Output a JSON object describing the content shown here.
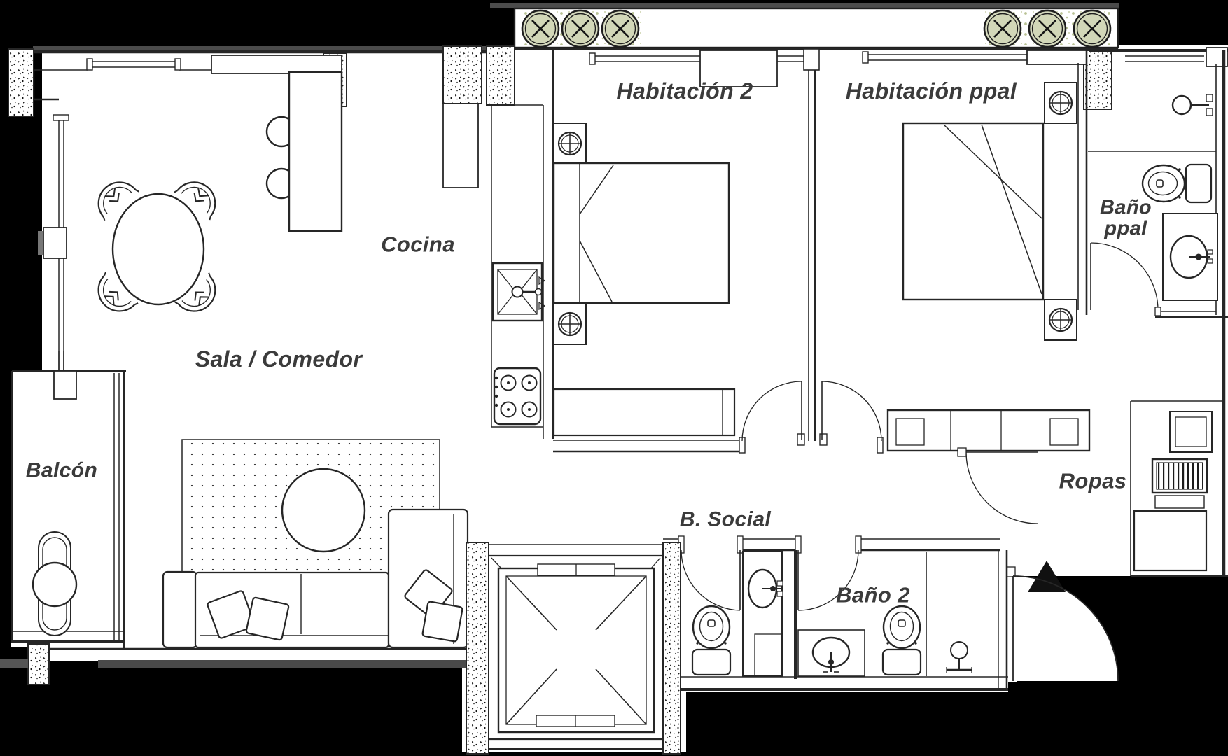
{
  "plan": {
    "type": "apartment-floor-plan",
    "rooms": {
      "sala_comedor": {
        "label": "Sala / Comedor"
      },
      "cocina": {
        "label": "Cocina"
      },
      "habitacion_2": {
        "label": "Habitación 2"
      },
      "habitacion_ppal": {
        "label": "Habitación ppal"
      },
      "bano_ppal": {
        "lines": [
          "Baño",
          "ppal"
        ]
      },
      "balcon": {
        "label": "Balcón"
      },
      "b_social": {
        "label": "B. Social"
      },
      "bano_2": {
        "label": "Baño 2"
      },
      "ropas": {
        "label": "Ropas"
      }
    },
    "icons": [
      "planter-pot-icon",
      "dining-table-icon",
      "dining-chair-icon",
      "bar-stool-icon",
      "kitchen-sink-icon",
      "stove-icon",
      "refrigerator-icon",
      "area-rug-icon",
      "coffee-table-icon",
      "sofa-icon",
      "throw-pillow-icon",
      "balcony-bistro-set-icon",
      "double-bed-icon",
      "nightstand-lamp-icon",
      "desk-icon",
      "wardrobe-icon",
      "toilet-icon",
      "washbasin-icon",
      "shower-head-icon",
      "washing-machine-icon",
      "elevator-icon",
      "door-swing-icon",
      "entrance-arrow-icon"
    ],
    "colors": {
      "background": "#000000",
      "walls": "#262626",
      "floor": "#ffffff",
      "plant_fill": "#d6dabf",
      "label_text": "#3b3b3b"
    }
  }
}
